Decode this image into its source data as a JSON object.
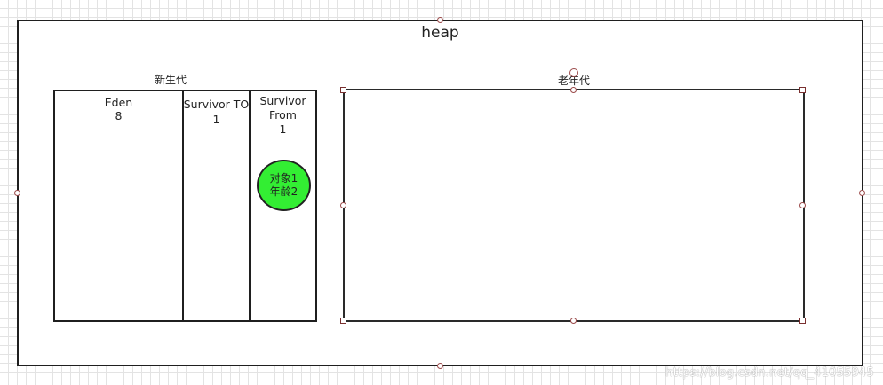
{
  "heap": {
    "label": "heap"
  },
  "young_gen": {
    "label": "新生代",
    "eden": {
      "name": "Eden",
      "count": "8"
    },
    "survivor_to": {
      "name": "Survivor TO",
      "count": "1"
    },
    "survivor_from": {
      "name_line1": "Survivor",
      "name_line2": "From",
      "count": "1"
    }
  },
  "object": {
    "line1": "对象1",
    "line2": "年龄2",
    "fill_color": "#33ee33"
  },
  "old_gen": {
    "label": "老年代",
    "selected": true,
    "handle_color": "#9b4a4a"
  },
  "watermark": "https://blog.csdn.net/qq_41055945"
}
